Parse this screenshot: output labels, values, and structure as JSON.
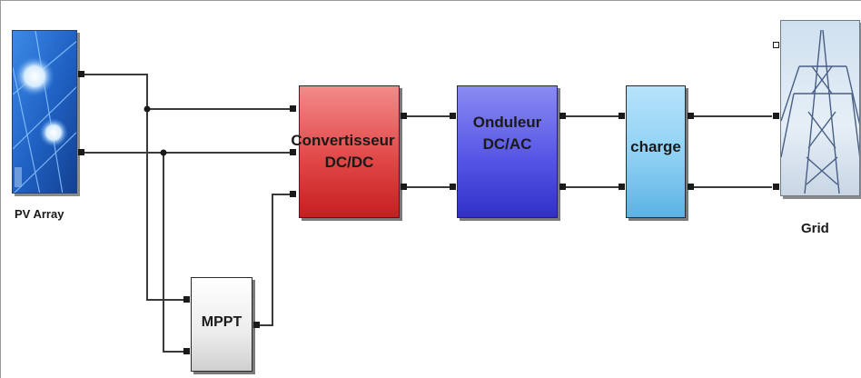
{
  "blocks": {
    "pv_array": {
      "label": "PV Array"
    },
    "convertisseur": {
      "line1": "Convertisseur",
      "line2": "DC/DC",
      "color": "#e34b4b"
    },
    "onduleur": {
      "line1": "Onduleur",
      "line2": "DC/AC",
      "color": "#5a5ae8"
    },
    "charge": {
      "label": "charge",
      "color": "#8fd0f2"
    },
    "mppt": {
      "label": "MPPT"
    },
    "grid": {
      "label": "Grid"
    }
  },
  "colors": {
    "wire": "#3a3a3a",
    "pv_panel": "#2f6fd0"
  }
}
